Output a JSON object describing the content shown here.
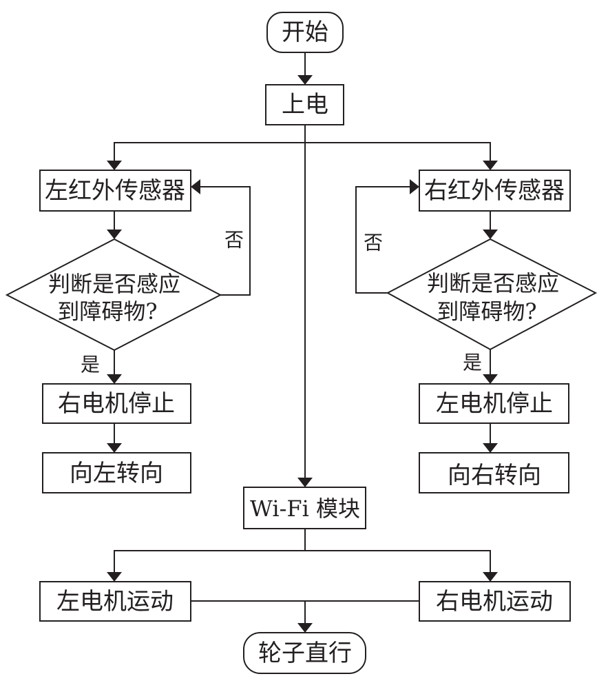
{
  "nodes": {
    "start": "开始",
    "power_on": "上电",
    "left_ir_sensor": "左红外传感器",
    "right_ir_sensor": "右红外传感器",
    "left_decision_line1": "判断是否感应",
    "left_decision_line2": "到障碍物?",
    "right_decision_line1": "判断是否感应",
    "right_decision_line2": "到障碍物?",
    "right_motor_stop": "右电机停止",
    "left_motor_stop": "左电机停止",
    "turn_left": "向左转向",
    "turn_right": "向右转向",
    "wifi_module": "Wi-Fi 模块",
    "left_motor_run": "左电机运动",
    "right_motor_run": "右电机运动",
    "wheels_straight": "轮子直行"
  },
  "labels": {
    "left_no": "否",
    "right_no": "否",
    "left_yes": "是",
    "right_yes": "是"
  },
  "colors": {
    "stroke": "#231f20",
    "background": "#ffffff"
  }
}
